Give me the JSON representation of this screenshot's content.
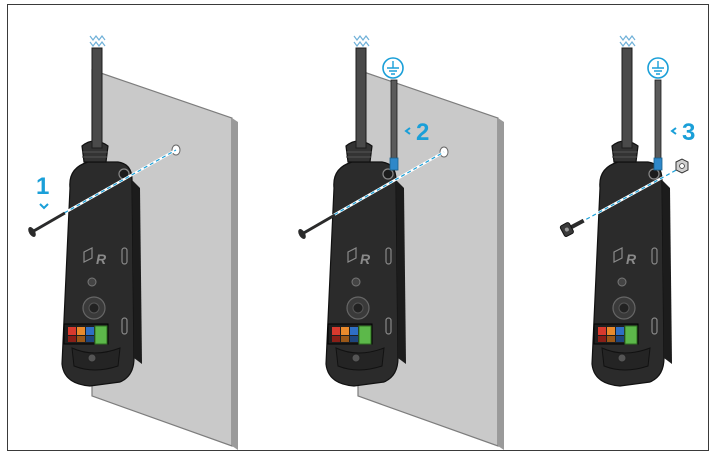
{
  "diagram": {
    "steps": [
      {
        "label": "1"
      },
      {
        "label": "2"
      },
      {
        "label": "3"
      }
    ],
    "icons": [
      "ground-symbol-icon",
      "cable-break-icon",
      "raymarine-logo-icon"
    ],
    "colors": {
      "accent": "#1a9fd8",
      "panel": "#c9c9c9",
      "panel_edge": "#9a9a9a",
      "device": "#2b2b2b",
      "terminal_red": "#d83a2e",
      "terminal_orange": "#e98a2c",
      "terminal_blue": "#2f6fc4",
      "terminal_green": "#5cb84a"
    }
  }
}
